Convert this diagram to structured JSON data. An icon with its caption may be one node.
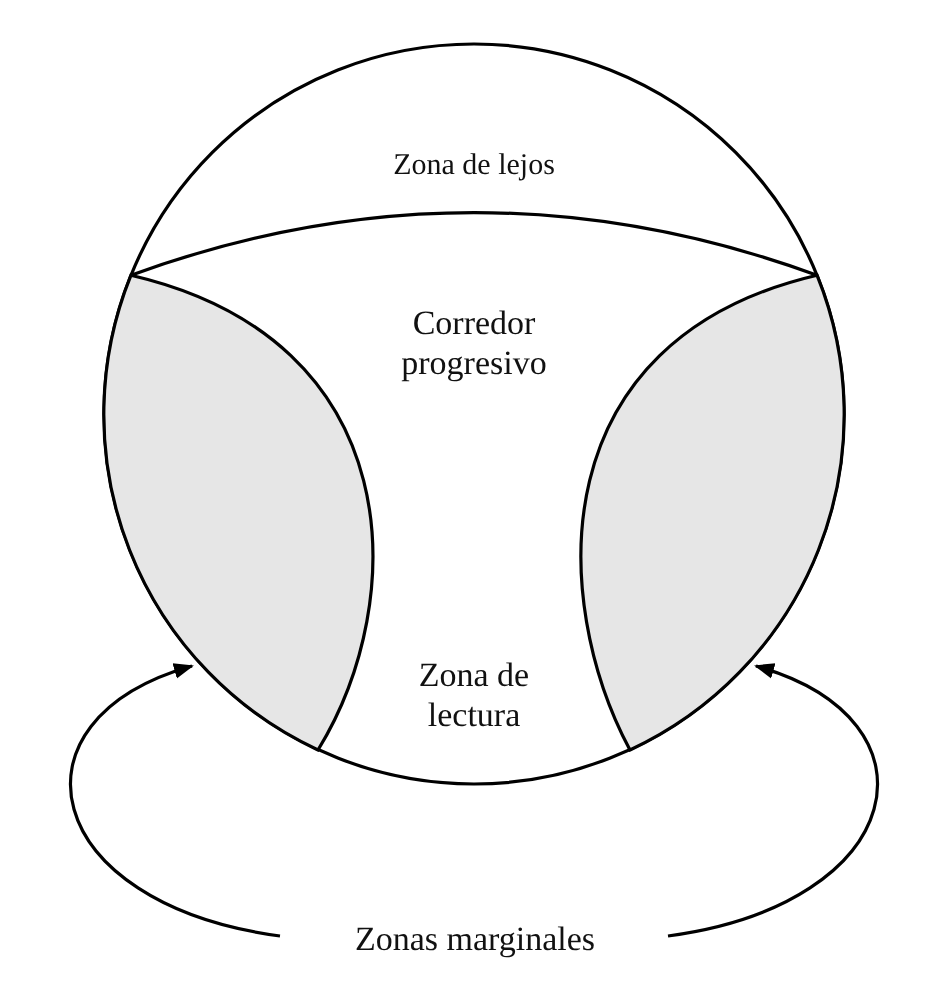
{
  "diagram": {
    "nodes": [
      {
        "text": [
          "Zona de lejos"
        ]
      },
      {
        "text": [
          "Corredor progresivo"
        ]
      },
      {
        "text": [
          "Zona de lectura"
        ]
      },
      {
        "text": [],
        "shape": "crescent"
      },
      {
        "text": [],
        "shape": "crescent"
      },
      {
        "text": [
          "Zonas marginales"
        ]
      }
    ],
    "edges": [
      {
        "from": 5,
        "to": 3,
        "arrow": "to"
      },
      {
        "from": 5,
        "to": 4,
        "arrow": "to"
      }
    ]
  }
}
